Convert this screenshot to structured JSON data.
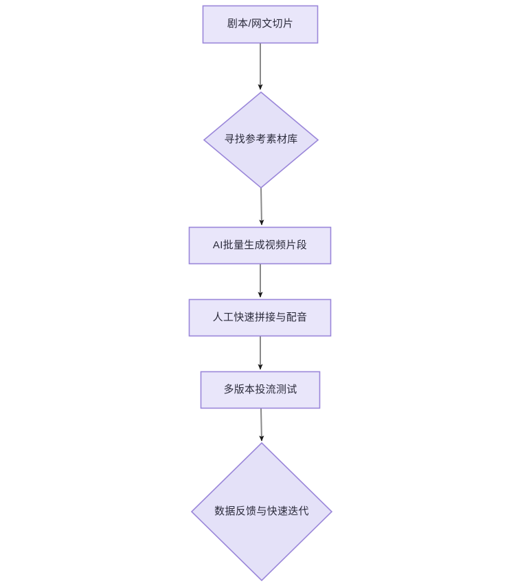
{
  "diagram": {
    "type": "flowchart",
    "orientation": "top-to-bottom",
    "background_color": "#ffffff",
    "node_fill_color": "#e9e6fa",
    "node_border_color": "#9a86d9",
    "node_text_color": "#2b2b3b",
    "connector_color": "#888888",
    "arrowhead_color": "#1a1a1a",
    "nodes": [
      {
        "id": "n1",
        "shape": "rectangle",
        "label": "剧本/网文切片"
      },
      {
        "id": "n2",
        "shape": "diamond",
        "label": "寻找参考素材库"
      },
      {
        "id": "n3",
        "shape": "rectangle",
        "label": "AI批量生成视频片段"
      },
      {
        "id": "n4",
        "shape": "rectangle",
        "label": "人工快速拼接与配音"
      },
      {
        "id": "n5",
        "shape": "rectangle",
        "label": "多版本投流测试"
      },
      {
        "id": "n6",
        "shape": "diamond",
        "label": "数据反馈与快速迭代"
      }
    ],
    "edges": [
      {
        "from": "n1",
        "to": "n2",
        "label": ""
      },
      {
        "from": "n2",
        "to": "n3",
        "label": ""
      },
      {
        "from": "n3",
        "to": "n4",
        "label": ""
      },
      {
        "from": "n4",
        "to": "n5",
        "label": ""
      },
      {
        "from": "n5",
        "to": "n6",
        "label": ""
      }
    ]
  }
}
